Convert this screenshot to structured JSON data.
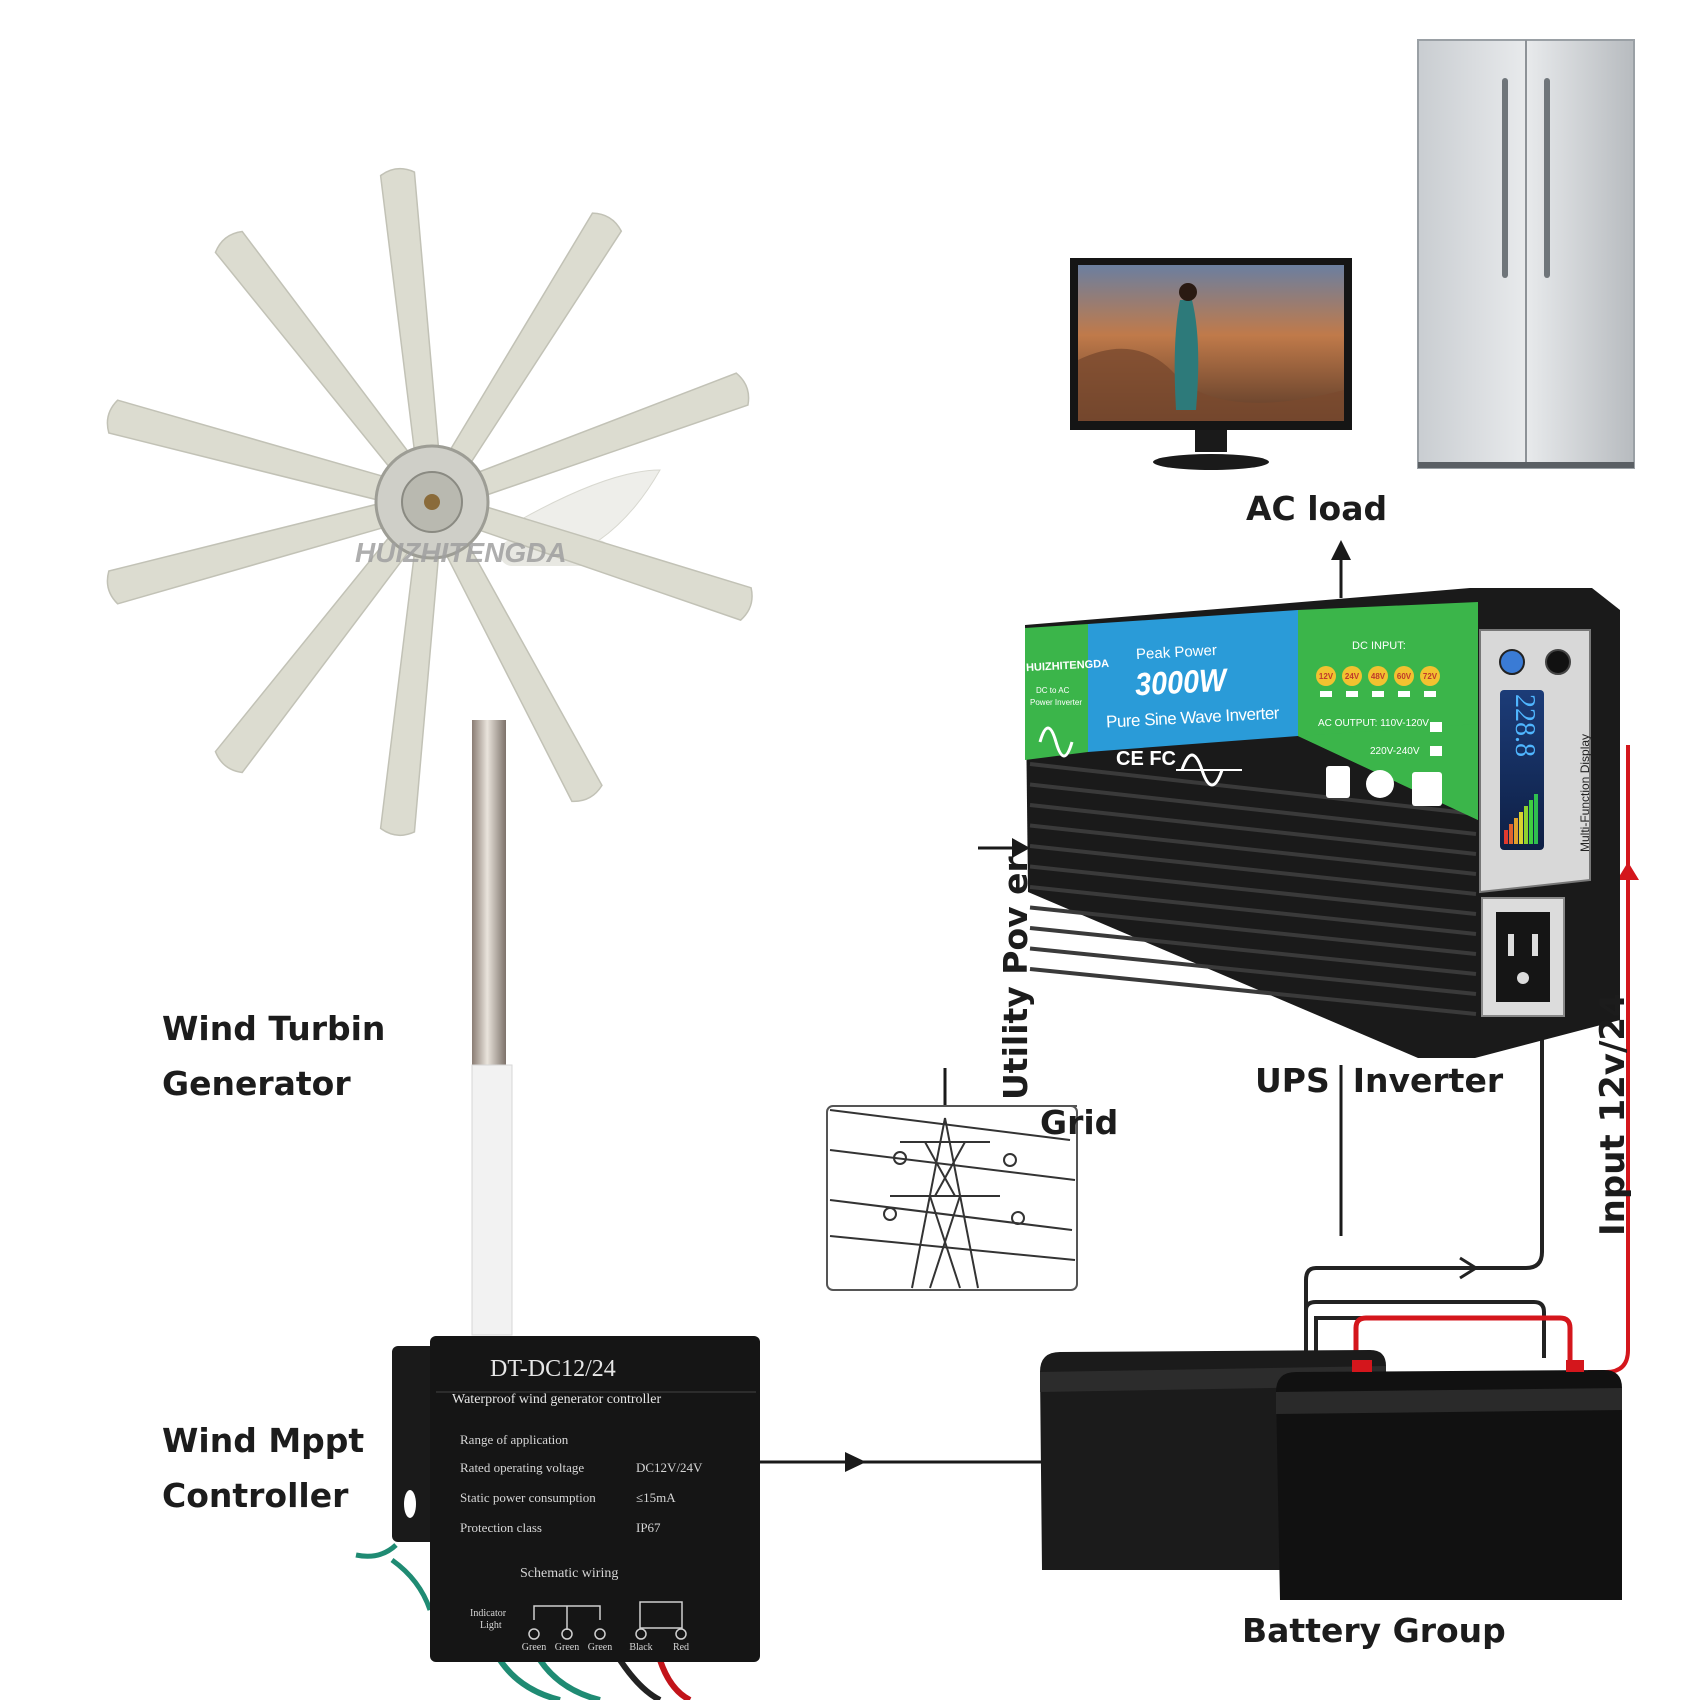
{
  "labels": {
    "ac_load": "AC load",
    "wind_turbine_line1": "Wind Turbin",
    "wind_turbine_line2": "Generator",
    "utility_power": "Utility Pov  er",
    "grid": "Grid",
    "ups_inverter": "UPS  Inverter",
    "input_voltage": "Input 12v/24",
    "wind_mppt_line1": "Wind Mppt",
    "wind_mppt_line2": "Controller",
    "battery_group": "Battery Group"
  },
  "turbine": {
    "watermark": "HUIZHITENGDA"
  },
  "inverter": {
    "brand": "HUIZHITENGDA",
    "type_line1": "DC to AC",
    "type_line2": "Power Inverter",
    "peak_label": "Peak Power",
    "power": "3000W",
    "subtitle": "Pure Sine Wave Inverter",
    "cert": "CE FC",
    "dc_input_label": "DC INPUT:",
    "dc_inputs": [
      "12V",
      "24V",
      "48V",
      "60V",
      "72V"
    ],
    "ac_output_label": "AC OUTPUT:",
    "ac_output_1": "110V-120V",
    "ac_output_2": "220V-240V",
    "display_title": "Multi-Function Display",
    "display_value": "228.8"
  },
  "controller": {
    "model": "DT-DC12/24",
    "subtitle": "Waterproof wind generator controller",
    "range": "Range of application",
    "specs": [
      {
        "label": "Rated operating voltage",
        "value": "DC12V/24V"
      },
      {
        "label": "Static power consumption",
        "value": "≤15mA"
      },
      {
        "label": "Protection class",
        "value": "IP67"
      }
    ],
    "schematic": "Schematic wiring",
    "indicator_line1": "Indicator",
    "indicator_line2": "Light",
    "terminals": [
      "Green",
      "Green",
      "Green",
      "Black",
      "Red"
    ]
  },
  "colors": {
    "label_text": "#1c1c1c",
    "blade": "#dcdcd0",
    "inverter_green": "#3bb54a",
    "inverter_blue": "#2a9bd8",
    "inverter_body": "#1a1a1a",
    "wire_red": "#d4161c",
    "wire_dark": "#222222",
    "controller_body": "#151515"
  }
}
